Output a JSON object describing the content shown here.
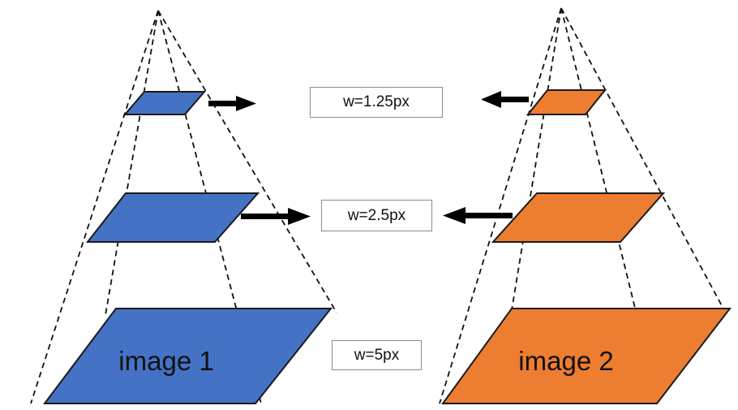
{
  "colors": {
    "blue": "#4472c4",
    "orange": "#ed7d31",
    "edge": "#1a1a1a",
    "dash": "#111111",
    "arrow": "#000000"
  },
  "labels": {
    "w_top": "w=1.25px",
    "w_middle": "w=2.5px",
    "w_bottom": "w=5px"
  },
  "pyramids": {
    "left": {
      "label": "image 1",
      "color": "blue",
      "arrow_direction": "right"
    },
    "right": {
      "label": "image 2",
      "color": "orange",
      "arrow_direction": "left"
    }
  }
}
